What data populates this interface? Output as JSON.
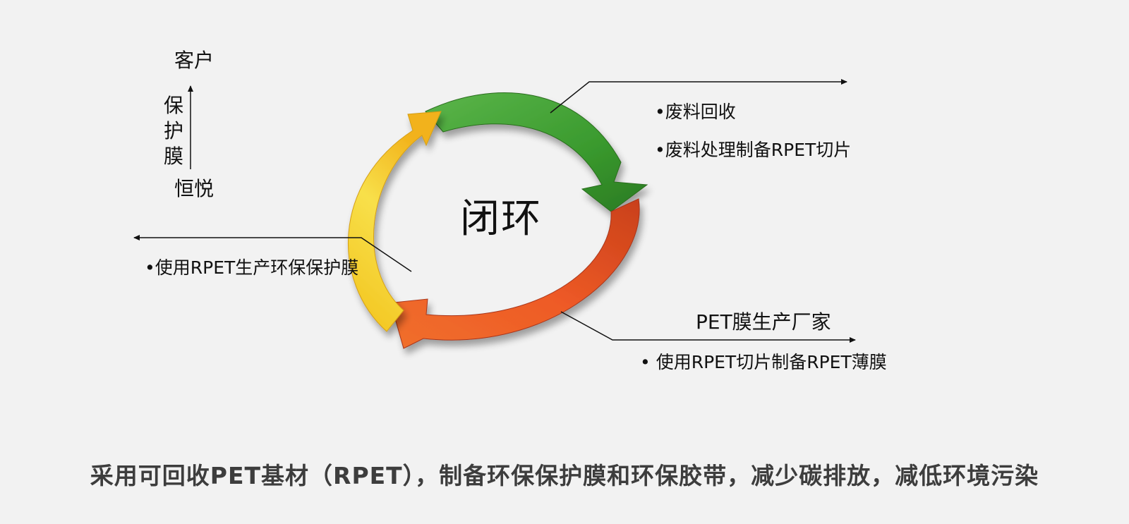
{
  "cycle": {
    "center_label": "闭环",
    "colors": {
      "green": "#3e9b33",
      "orange": "#e8551d",
      "yellow": "#f4d62a"
    }
  },
  "stakeholders": {
    "top": "客户",
    "middle": "保护膜",
    "bottom": "恒悦"
  },
  "steps": {
    "recycle": [
      "•废料回收",
      "•废料处理制备RPET切片"
    ],
    "manufacturer_title": "PET膜生产厂家",
    "manufacturer_step": "• 使用RPET切片制备RPET薄膜",
    "film_step": "•使用RPET生产环保保护膜"
  },
  "footer": "采用可回收PET基材（RPET），制备环保保护膜和环保胶带，减少碳排放，减低环境污染"
}
